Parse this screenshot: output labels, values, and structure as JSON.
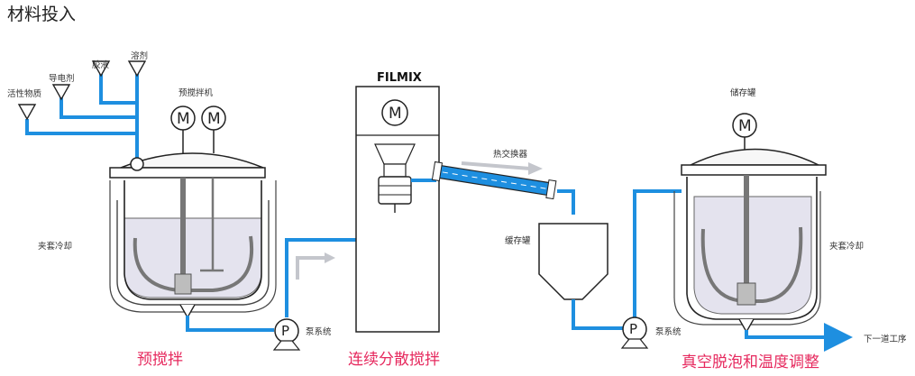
{
  "title": "材料投入",
  "inputs": {
    "active": "活性物质",
    "conductive": "导电剂",
    "glue": "胶液",
    "solvent": "溶剂"
  },
  "premixer": {
    "label": "预搅拌机",
    "jacket": "夹套冷却"
  },
  "motor_symbol": "M",
  "pump_symbol": "P",
  "pump_label": "泵系统",
  "filmix": {
    "brand": "FILMIX"
  },
  "heat_exchanger": "热交换器",
  "buffer_tank": "缓存罐",
  "storage_tank": {
    "label": "储存罐",
    "jacket": "夹套冷却"
  },
  "next_process": "下一道工序",
  "steps": {
    "pre_mix": "预搅拌",
    "continuous": "连续分散搅拌",
    "vacuum": "真空脱泡和温度调整"
  },
  "colors": {
    "pipe": "#1e8fe0",
    "step_text": "#e6295e",
    "liquid": "#e4e3ee",
    "outline": "#222222"
  }
}
